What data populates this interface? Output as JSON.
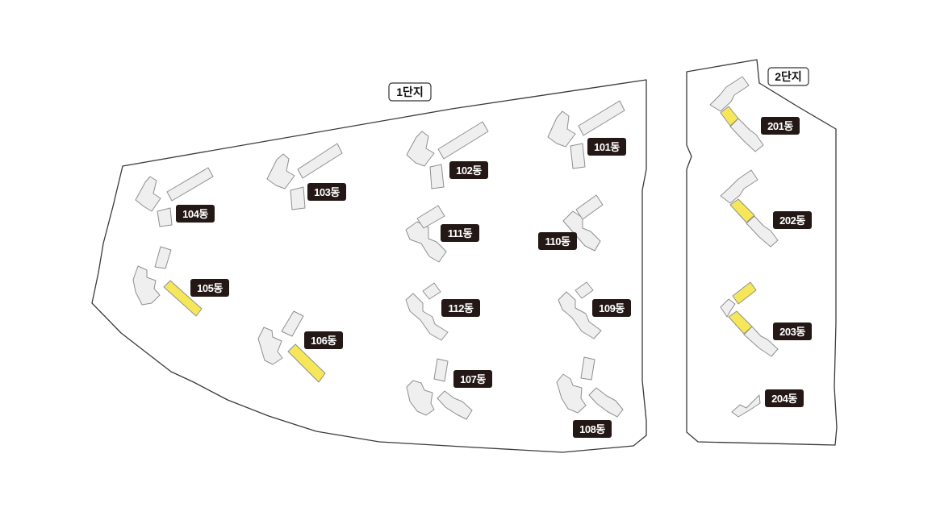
{
  "zones": {
    "zone1": {
      "title": "1단지"
    },
    "zone2": {
      "title": "2단지"
    }
  },
  "buildings": {
    "b101": "101동",
    "b102": "102동",
    "b103": "103동",
    "b104": "104동",
    "b105": "105동",
    "b106": "106동",
    "b107": "107동",
    "b108": "108동",
    "b109": "109동",
    "b110": "110동",
    "b111": "111동",
    "b112": "112동",
    "b201": "201동",
    "b202": "202동",
    "b203": "203동",
    "b204": "204동"
  },
  "colors": {
    "highlight": "#f6e75a",
    "building": "#efefef",
    "label_background": "#231815",
    "label_text": "#ffffff",
    "boundary": "#3a3a3a"
  },
  "highlighted_buildings": [
    "105동",
    "106동",
    "201동",
    "202동",
    "203동"
  ]
}
